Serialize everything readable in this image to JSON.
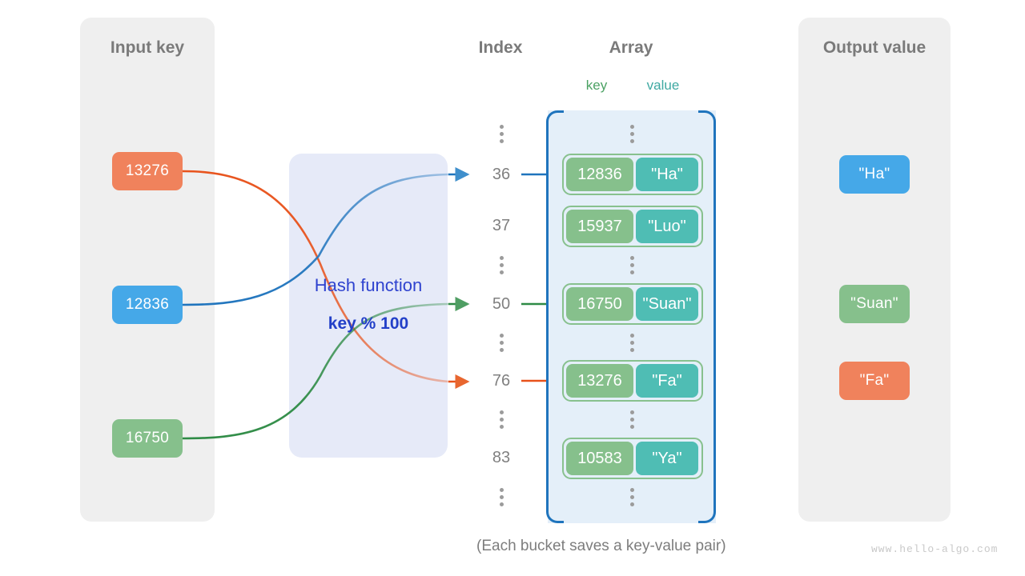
{
  "colors": {
    "orange": "#f0825c",
    "orange_line": "#e8521b",
    "blue": "#45a8e8",
    "blue_line": "#1f74bd",
    "green": "#86c08c",
    "green_line": "#2e8b45",
    "teal": "#4fbdb4",
    "key_label": "#4ca264",
    "value_label": "#3fa9a2",
    "panel_bg": "#efefef",
    "array_bg": "#e4eff9",
    "hash_bg": "#e6eaf8",
    "hash_text": "#2f43cf",
    "heading": "#7a7a7a"
  },
  "input_panel": {
    "title": "Input key",
    "keys": [
      {
        "label": "13276",
        "color": "#f0825c"
      },
      {
        "label": "12836",
        "color": "#45a8e8"
      },
      {
        "label": "16750",
        "color": "#86c08c"
      }
    ]
  },
  "hash_function": {
    "title": "Hash function",
    "formula": "key % 100"
  },
  "columns": {
    "index_heading": "Index",
    "array_heading": "Array",
    "key_sub_heading": "key",
    "value_sub_heading": "value"
  },
  "array": {
    "rows": [
      {
        "type": "ellipsis"
      },
      {
        "type": "bucket",
        "index": "36",
        "key": "12836",
        "value": "\"Ha\""
      },
      {
        "type": "bucket",
        "index": "37",
        "key": "15937",
        "value": "\"Luo\""
      },
      {
        "type": "ellipsis"
      },
      {
        "type": "bucket",
        "index": "50",
        "key": "16750",
        "value": "\"Suan\""
      },
      {
        "type": "ellipsis"
      },
      {
        "type": "bucket",
        "index": "76",
        "key": "13276",
        "value": "\"Fa\""
      },
      {
        "type": "ellipsis"
      },
      {
        "type": "bucket",
        "index": "83",
        "key": "10583",
        "value": "\"Ya\""
      },
      {
        "type": "ellipsis"
      }
    ]
  },
  "output_panel": {
    "title": "Output value",
    "values": [
      {
        "label": "\"Ha\"",
        "color": "#45a8e8"
      },
      {
        "label": "\"Suan\"",
        "color": "#86c08c"
      },
      {
        "label": "\"Fa\"",
        "color": "#f0825c"
      }
    ]
  },
  "caption": "(Each bucket saves a key-value pair)",
  "watermark": "www.hello-algo.com"
}
